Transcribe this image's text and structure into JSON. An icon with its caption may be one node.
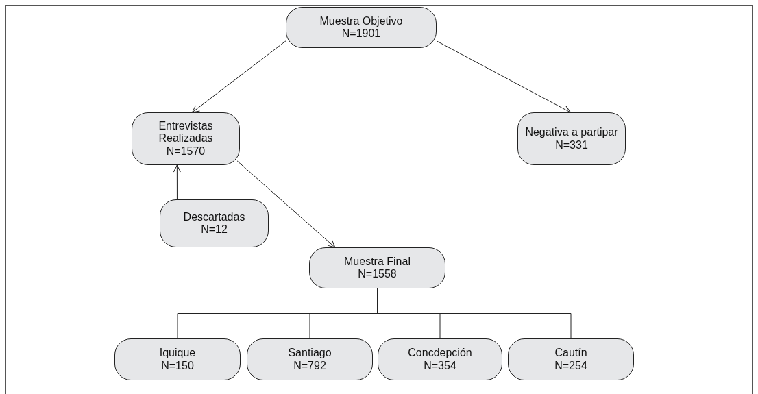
{
  "diagram": {
    "nodes": [
      {
        "text": [
          "Muestra Objetivo",
          "N=1901"
        ]
      },
      {
        "text": [
          "Entrevistas Realizadas",
          "N=1570"
        ]
      },
      {
        "text": [
          "Negativa a partipar",
          "N=331"
        ]
      },
      {
        "text": [
          "Descartadas",
          "N=12"
        ]
      },
      {
        "text": [
          "Muestra Final",
          "N=1558"
        ]
      },
      {
        "text": [
          "Iquique",
          "N=150"
        ]
      },
      {
        "text": [
          "Santiago",
          "N=792"
        ]
      },
      {
        "text": [
          "Concdepción",
          "N=354"
        ]
      },
      {
        "text": [
          "Cautín",
          "N=254"
        ]
      }
    ],
    "edges": [
      {
        "from": 0,
        "to": 1,
        "arrow": "to"
      },
      {
        "from": 0,
        "to": 2,
        "arrow": "to"
      },
      {
        "from": 3,
        "to": 1,
        "arrow": "to"
      },
      {
        "from": 1,
        "to": 4,
        "arrow": "to"
      },
      {
        "from": 4,
        "to": 5,
        "arrow": "none"
      },
      {
        "from": 4,
        "to": 6,
        "arrow": "none"
      },
      {
        "from": 4,
        "to": 7,
        "arrow": "none"
      },
      {
        "from": 4,
        "to": 8,
        "arrow": "none"
      }
    ]
  }
}
